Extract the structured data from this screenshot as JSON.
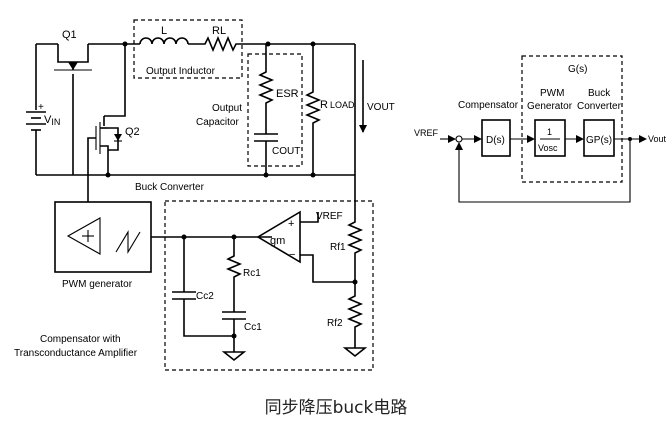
{
  "caption": "同步降压buck电路",
  "circuit": {
    "q1": "Q1",
    "q2": "Q2",
    "vin": "V",
    "vin_sub": "IN",
    "inductor": "L",
    "inductor_res": "RL",
    "output_inductor": "Output Inductor",
    "output": "Output",
    "capacitor": "Capacitor",
    "esr": "ESR",
    "cout": "COUT",
    "rload_r": "R",
    "rload_sub": "LOAD",
    "vout": "VOUT",
    "buck_converter": "Buck Converter",
    "pwm_generator": "PWM generator",
    "gm": "gm",
    "vref": "VREF",
    "rf1": "Rf1",
    "rf2": "Rf2",
    "rc1": "Rc1",
    "cc1": "Cc1",
    "cc2": "Cc2",
    "compensator_line1": "Compensator with",
    "compensator_line2": "Transconductance Amplifier"
  },
  "block": {
    "gs": "G(s)",
    "compensator": "Compensator",
    "pwm_line1": "PWM",
    "pwm_line2": "Generator",
    "buck_line1": "Buck",
    "buck_line2": "Converter",
    "ds": "D(s)",
    "one": "1",
    "vosc": "Vosc",
    "gps": "GP(s)",
    "vref": "VREF",
    "vout": "Vout"
  }
}
